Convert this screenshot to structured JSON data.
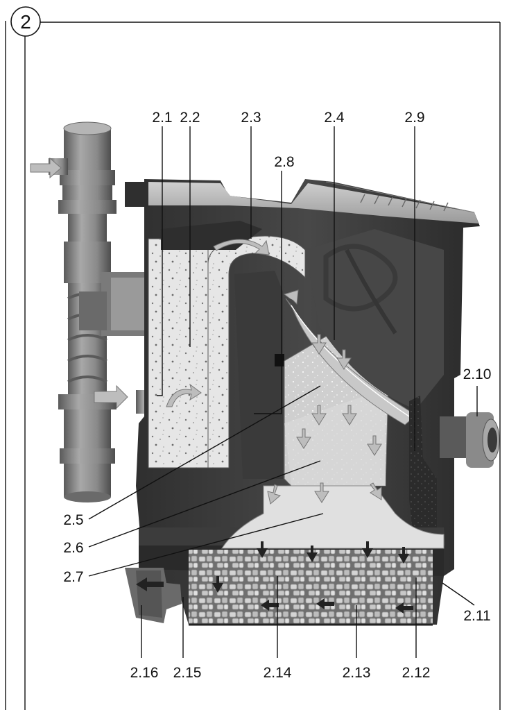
{
  "figure_number": "2",
  "labels": {
    "l2_1": "2.1",
    "l2_2": "2.2",
    "l2_3": "2.3",
    "l2_4": "2.4",
    "l2_5": "2.5",
    "l2_6": "2.6",
    "l2_7": "2.7",
    "l2_8": "2.8",
    "l2_9": "2.9",
    "l2_10": "2.10",
    "l2_11": "2.11",
    "l2_12": "2.12",
    "l2_13": "2.13",
    "l2_14": "2.14",
    "l2_15": "2.15",
    "l2_16": "2.16"
  },
  "colors": {
    "housing_dark": "#3a3a3a",
    "housing_mid": "#5c5c5c",
    "chamber_light": "#dcdcdc",
    "pipe_grey": "#8a8a8a",
    "media_light": "#c9c9c9",
    "sponge_dark": "#2a2a2a",
    "arrow_fill": "#b8b8b8"
  }
}
